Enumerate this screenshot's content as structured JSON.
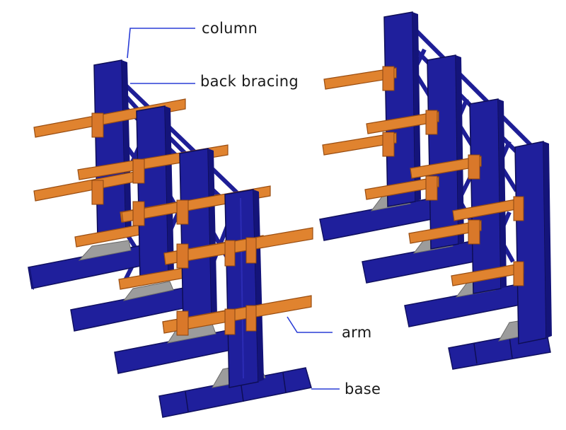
{
  "labels": {
    "column": "column",
    "back_bracing": "back bracing",
    "arm": "arm",
    "base": "base"
  },
  "colors": {
    "steel_blue": "#1f1f9c",
    "steel_blue_dark": "#14147a",
    "steel_blue_light": "#3535c8",
    "arm_orange": "#e0832f",
    "arm_orange_dark": "#b8621c",
    "base_plate_gray": "#9a9a9a",
    "leader_line": "#2a3dd6"
  }
}
